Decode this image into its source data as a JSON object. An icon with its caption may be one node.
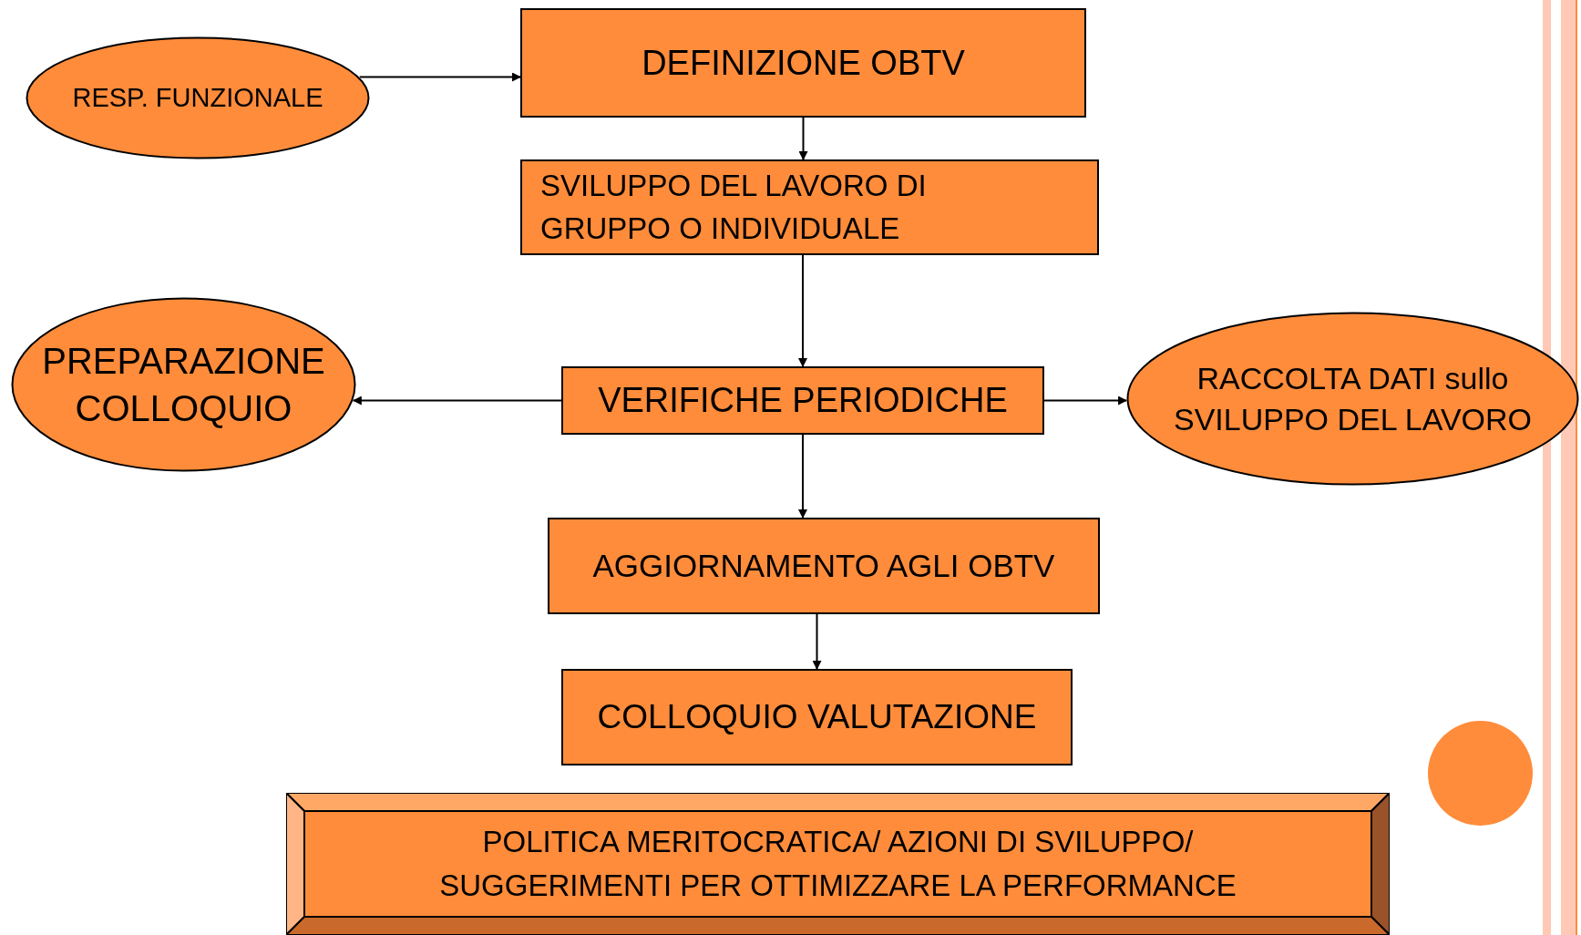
{
  "diagram": {
    "nodes": [
      {
        "text": [
          "RESP. FUNZIONALE"
        ]
      },
      {
        "text": [
          "DEFINIZIONE OBTV"
        ]
      },
      {
        "text": [
          "SVILUPPO DEL LAVORO DI GRUPPO O INDIVIDUALE"
        ]
      },
      {
        "text": [
          "PREPARAZIONE COLLOQUIO"
        ]
      },
      {
        "text": [
          "VERIFICHE PERIODICHE"
        ]
      },
      {
        "text": [
          "RACCOLTA DATI sullo SVILUPPO DEL LAVORO"
        ]
      },
      {
        "text": [
          "AGGIORNAMENTO AGLI OBTV"
        ]
      },
      {
        "text": [
          "COLLOQUIO VALUTAZIONE"
        ]
      },
      {
        "text": [
          "POLITICA MERITOCRATICA/ AZIONI DI SVILUPPO/ SUGGERIMENTI PER OTTIMIZZARE LA PERFORMANCE"
        ]
      }
    ],
    "edges": [
      {
        "from": 0,
        "to": 1,
        "arrow": "to"
      },
      {
        "from": 1,
        "to": 2,
        "arrow": "to"
      },
      {
        "from": 2,
        "to": 4,
        "arrow": "to"
      },
      {
        "from": 4,
        "to": 3,
        "arrow": "to"
      },
      {
        "from": 4,
        "to": 5,
        "arrow": "to"
      },
      {
        "from": 4,
        "to": 6,
        "arrow": "to"
      },
      {
        "from": 6,
        "to": 7,
        "arrow": "to"
      }
    ]
  }
}
